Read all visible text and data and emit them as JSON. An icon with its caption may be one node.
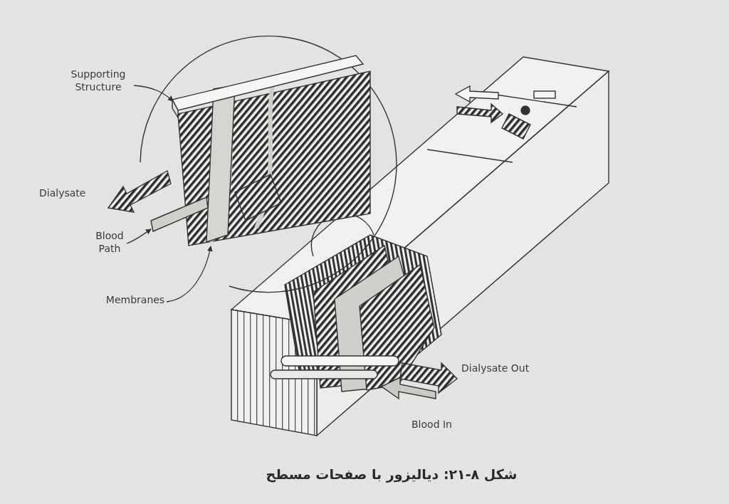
{
  "diagram": {
    "caption": "شکل ۸-۲۱: دیالیزور با صفحات مسطح",
    "nodes": [
      {
        "text": [
          "Supporting Structure"
        ]
      },
      {
        "text": [
          "Blood Path"
        ]
      },
      {
        "text": [
          "Membranes"
        ]
      }
    ],
    "edges": [
      {
        "from": 0,
        "to": null,
        "arrow": "to"
      },
      {
        "from": 1,
        "to": null,
        "arrow": "to"
      },
      {
        "from": 2,
        "to": null,
        "arrow": "to"
      }
    ],
    "labels": [
      "Dialysate",
      "Dialysate Out",
      "Blood In"
    ]
  }
}
